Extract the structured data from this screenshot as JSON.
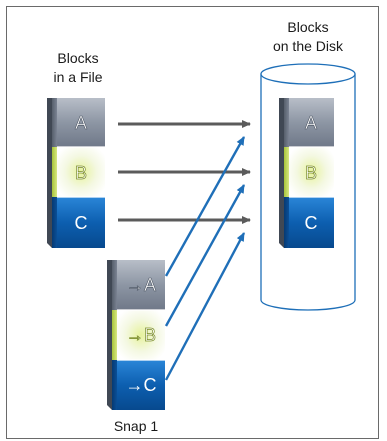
{
  "file_label": [
    "Blocks",
    "in a File"
  ],
  "disk_label": [
    "Blocks",
    "on the Disk"
  ],
  "snap_label": "Snap 1",
  "file_blocks": [
    "A",
    "B",
    "C"
  ],
  "disk_blocks": [
    "A",
    "B",
    "C"
  ],
  "snap_blocks": [
    "→A",
    "→B",
    "→C"
  ],
  "colors": {
    "arrow_gray": "#5b5b5b",
    "arrow_blue": "#1f6fb8",
    "block_a": "#8e98a6",
    "block_b": "#f3f8dc",
    "block_c": "#0f5fae",
    "cylinder": "#1e6fb8"
  }
}
